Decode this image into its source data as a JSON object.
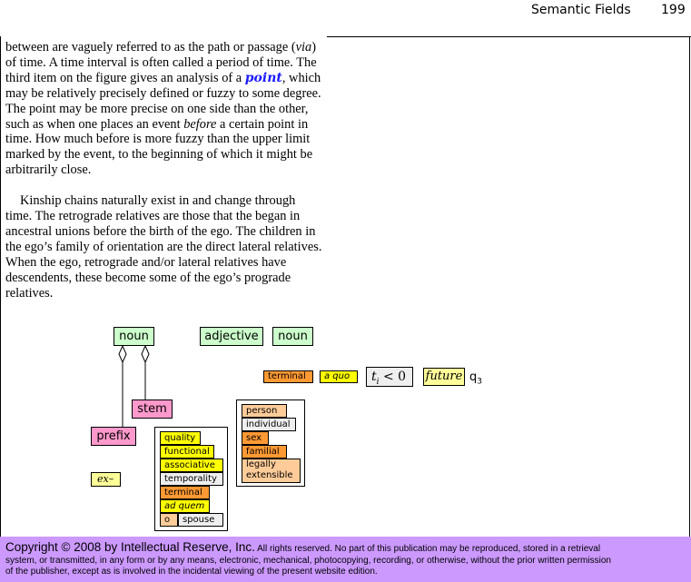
{
  "header": {
    "section": "Semantic Fields",
    "page_number": "199"
  },
  "body": {
    "p1_before": "between are vaguely referred to as the path or passage (",
    "p1_via": "via",
    "p1_after_via": ") of time.  A time interval is often called a period of time.  The third item on the figure gives an analysis of a ",
    "p1_point": "point",
    "p1_after_point": ", which may be relatively precisely defined or fuzzy to some degree.  The point may be more precise on one side than the other, such as when one places an event ",
    "p1_before_word": "before",
    "p1_end": " a certain point in time.  How much before is more fuzzy than the upper limit marked by the event, to the beginning of which it might be arbitrarily close.",
    "p2": "Kinship chains naturally exist in and change through time.  The retrograde relatives are those that the began in ancestral unions before the birth of the ego.  The children in the ego’s family of orientation are the direct lateral relatives.  When the ego, retrograde and/or lateral relatives have descendents, these become some of the ego’s prograde relatives."
  },
  "diagram": {
    "noun_top": "noun",
    "adjective": "adjective",
    "noun_right": "noun",
    "terminal_tag": "terminal",
    "a_quo": "a quo",
    "ti_main": "t",
    "ti_sub": "i",
    "ti_rest": " < 0",
    "future": "future",
    "q3": "q",
    "q3_sub": "3",
    "stem": "stem",
    "prefix": "prefix",
    "ex": "ex–",
    "person_list": [
      "person",
      "individual",
      "sex",
      "familial",
      "legally extensible"
    ],
    "quality_list": [
      "quality",
      "functional",
      "associative",
      "temporality",
      "terminal",
      "ad quem"
    ],
    "o": "o",
    "spouse": "spouse"
  },
  "footer": {
    "copyright": "Copyright © 2008 by Intellectual Reserve, Inc.",
    "line1_rest": "  All rights reserved.  No part of this publication may be reproduced, stored in a retrieval",
    "line2": "system, or transmitted, in any form or by any means, electronic, mechanical, photocopying, recording, or otherwise, without the prior written permission",
    "line3": "of the publisher, except as is involved in the incidental viewing of the present website edition."
  }
}
